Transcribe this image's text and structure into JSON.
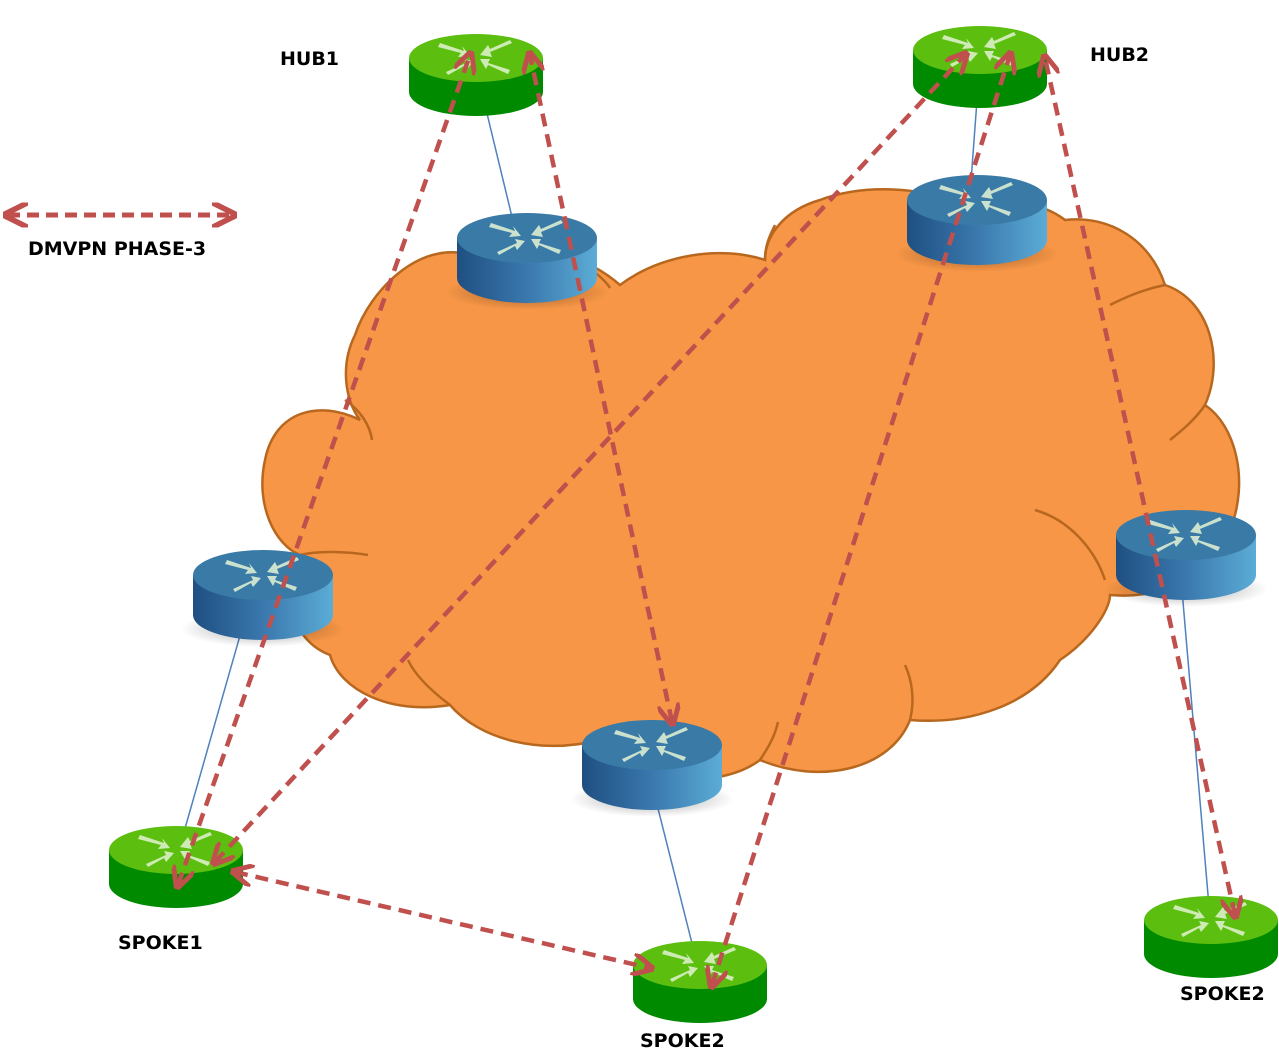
{
  "legend": {
    "label": "DMVPN PHASE-3",
    "line_style": "dashed-bidirectional"
  },
  "colors": {
    "cloud_fill": "#f79646",
    "cloud_stroke": "#b8671f",
    "tunnel": "#c0504d",
    "link": "#4f81bd",
    "hub_router_top": "#5cbf0f",
    "hub_router_side": "#008a00",
    "isp_router_top": "#3a7aa6",
    "isp_router_side": "#2f6b9a"
  },
  "nodes": [
    {
      "id": "hub1",
      "label": "HUB1",
      "role": "hub",
      "icon": "router-icon"
    },
    {
      "id": "hub2",
      "label": "HUB2",
      "role": "hub",
      "icon": "router-icon"
    },
    {
      "id": "spoke1",
      "label": "SPOKE1",
      "role": "spoke",
      "icon": "router-icon"
    },
    {
      "id": "spoke2a",
      "label": "SPOKE2",
      "role": "spoke",
      "icon": "router-icon"
    },
    {
      "id": "spoke2b",
      "label": "SPOKE2",
      "role": "spoke",
      "icon": "router-icon"
    },
    {
      "id": "isp_hub1",
      "label": "",
      "role": "internet-edge",
      "icon": "router-icon"
    },
    {
      "id": "isp_hub2",
      "label": "",
      "role": "internet-edge",
      "icon": "router-icon"
    },
    {
      "id": "isp_spoke1",
      "label": "",
      "role": "internet-edge",
      "icon": "router-icon"
    },
    {
      "id": "isp_spoke2a",
      "label": "",
      "role": "internet-edge",
      "icon": "router-icon"
    },
    {
      "id": "isp_spoke2b",
      "label": "",
      "role": "internet-edge",
      "icon": "router-icon"
    }
  ],
  "links": [
    {
      "from": "hub1",
      "to": "isp_hub1",
      "type": "physical"
    },
    {
      "from": "hub2",
      "to": "isp_hub2",
      "type": "physical"
    },
    {
      "from": "spoke1",
      "to": "isp_spoke1",
      "type": "physical"
    },
    {
      "from": "spoke2a",
      "to": "isp_spoke2a",
      "type": "physical"
    },
    {
      "from": "spoke2b",
      "to": "isp_spoke2b",
      "type": "physical"
    }
  ],
  "tunnels": [
    {
      "from": "spoke1",
      "to": "hub1",
      "type": "dmvpn"
    },
    {
      "from": "spoke2a",
      "to": "hub1",
      "type": "dmvpn"
    },
    {
      "from": "spoke1",
      "to": "hub2",
      "type": "dmvpn"
    },
    {
      "from": "spoke2a",
      "to": "hub2",
      "type": "dmvpn"
    },
    {
      "from": "spoke2b",
      "to": "hub2",
      "type": "dmvpn"
    },
    {
      "from": "spoke1",
      "to": "spoke2a",
      "type": "dmvpn-spoke-to-spoke"
    }
  ]
}
